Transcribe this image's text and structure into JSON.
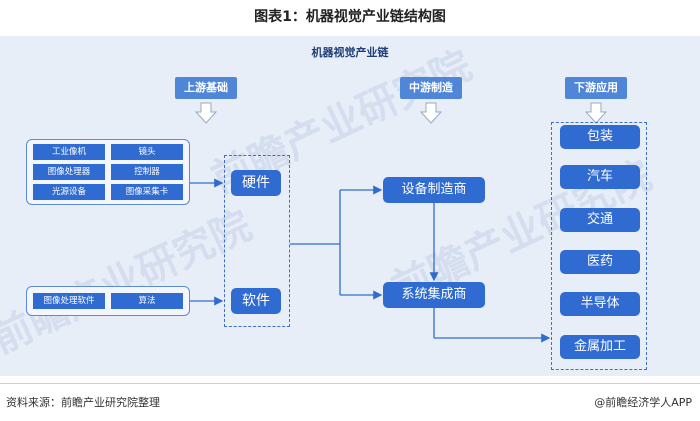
{
  "title": "图表1：机器视觉产业链结构图",
  "panel_title": "机器视觉产业链",
  "stages": {
    "upstream": "上游基础",
    "midstream": "中游制造",
    "downstream": "下游应用"
  },
  "hardware_items": [
    "工业像机",
    "镜头",
    "图像处理器",
    "控制器",
    "光源设备",
    "图像采集卡"
  ],
  "software_items": [
    "图像处理软件",
    "算法"
  ],
  "hardware_label": "硬件",
  "software_label": "软件",
  "mid_nodes": [
    "设备制造商",
    "系统集成商"
  ],
  "applications": [
    "包装",
    "汽车",
    "交通",
    "医药",
    "半导体",
    "金属加工"
  ],
  "watermark": "前瞻产业研究院",
  "footer": {
    "source": "资料来源：前瞻产业研究院整理",
    "brand": "@前瞻经济学人APP"
  },
  "colors": {
    "primary": "#2f6bd0",
    "stage": "#4f86d8",
    "panel_bg": "#e8eef8"
  }
}
